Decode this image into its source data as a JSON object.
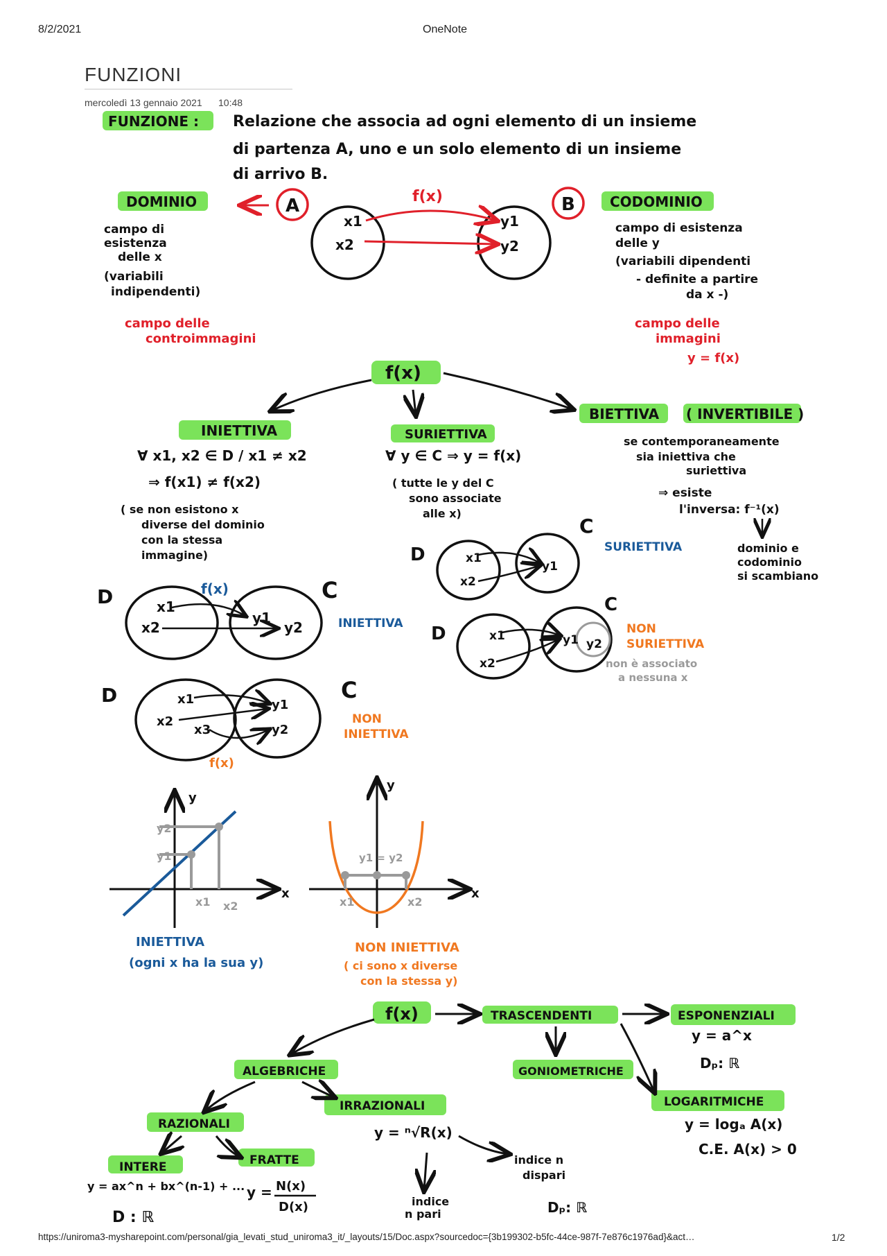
{
  "print_header": {
    "date": "8/2/2021",
    "app": "OneNote"
  },
  "page": {
    "title": "FUNZIONI",
    "date": "mercoledì 13 gennaio 2021",
    "time": "10:48"
  },
  "print_footer": {
    "url": "https://uniroma3-mysharepoint.com/personal/gia_levati_stud_uniroma3_it/_layouts/15/Doc.aspx?sourcedoc={3b199302-b5fc-44ce-987f-7e876c1976ad}&act…",
    "page_number": "1/2"
  },
  "colors": {
    "highlight": "#7be35a",
    "ink": "#111111",
    "red": "#e0202a",
    "blue": "#1a5a9a",
    "orange": "#f07820",
    "gray": "#9a9a9a"
  },
  "notes": {
    "definition": {
      "label": "FUNZIONE :",
      "line1": "Relazione che associa ad ogni elemento di un insieme",
      "line2": "di partenza A, uno e un solo elemento di un insieme",
      "line3": "di arrivo B."
    },
    "dominio": {
      "label": "DOMINIO",
      "line1": "campo di",
      "line2": "esistenza",
      "line3": "delle x",
      "line4": "(variabili",
      "line5": "indipendenti)",
      "red1": "campo delle",
      "red2": "controimmagini"
    },
    "mapping": {
      "set_a": "A",
      "set_b": "B",
      "arrow": "f(x)",
      "x1": "x1",
      "x2": "x2",
      "y1": "y1",
      "y2": "y2"
    },
    "codominio": {
      "label": "CODOMINIO",
      "line1": "campo di esistenza",
      "line2": "delle y",
      "line3": "(variabili dipendenti",
      "line4": "- definite a partire",
      "line5": "da x -)",
      "red1": "campo delle",
      "red2": "immagini",
      "red3": "y = f(x)"
    },
    "tree1": {
      "root": "f(x)"
    },
    "iniettiva": {
      "label": "INIETTIVA",
      "line1": "∀ x1, x2 ∈ D / x1 ≠ x2",
      "line2": "⇒ f(x1) ≠ f(x2)",
      "line3": "( se non esistono x",
      "line4": "diverse del dominio",
      "line5": "con la stessa",
      "line6": "immagine)"
    },
    "suriettiva": {
      "label": "SURIETTIVA",
      "line1": "∀ y ∈ C ⇒ y = f(x)",
      "line2": "( tutte le y del C",
      "line3": "sono associate",
      "line4": "alle x)"
    },
    "biettiva": {
      "label": "BIETTIVA",
      "label2": "( INVERTIBILE )",
      "line1": "se contemporaneamente",
      "line2": "sia iniettiva che",
      "line3": "suriettiva",
      "line4": "⇒ esiste",
      "line5": "l'inversa: f⁻¹(x)",
      "line6": "dominio e",
      "line7": "codominio",
      "line8": "si scambiano"
    },
    "diagrams": {
      "d": "D",
      "c": "C",
      "fx": "f(x)",
      "x1": "x1",
      "x2": "x2",
      "x3": "x3",
      "y1": "y1",
      "y2": "y2",
      "iniettiva": "INIETTIVA",
      "non_iniettiva1": "NON",
      "non_iniettiva2": "INIETTIVA",
      "suriettiva": "SURIETTIVA",
      "non_suriettiva1": "NON",
      "non_suriettiva2": "SURIETTIVA",
      "gray1": "non è associato",
      "gray2": "a nessuna x"
    },
    "graphs": {
      "x": "x",
      "y": "y",
      "x1": "x1",
      "x2": "x2",
      "y1": "y1",
      "y2": "y2",
      "y1y2": "y1 = y2",
      "left1": "INIETTIVA",
      "left2": "(ogni x ha la sua y)",
      "right1": "NON INIETTIVA",
      "right2": "( ci sono x diverse",
      "right3": "con la stessa y)"
    },
    "tree2": {
      "root": "f(x)",
      "trascendenti": "TRASCENDENTI",
      "esponenziali": "ESPONENZIALI",
      "esp_formula": "y = a^x",
      "esp_domain": "Dₚ: ℝ",
      "goniometriche": "GONIOMETRICHE",
      "logaritmiche": "LOGARITMICHE",
      "log_formula": "y = logₐ A(x)",
      "log_ce": "C.E. A(x) > 0",
      "algebriche": "ALGEBRICHE",
      "razionali": "RAZIONALI",
      "irrazionali": "IRRAZIONALI",
      "irr_formula": "y = ⁿ√R(x)",
      "intere": "INTERE",
      "int_formula": "y = ax^n + bx^(n-1) + ...",
      "int_domain": "D : ℝ",
      "fratte": "FRATTE",
      "fr_num": "N(x)",
      "fr_den": "D(x)",
      "fr_y": "y =",
      "pari1": "indice",
      "pari2": "n pari",
      "disp1": "indice n",
      "disp2": "dispari",
      "disp_domain": "Dₚ: ℝ"
    }
  }
}
